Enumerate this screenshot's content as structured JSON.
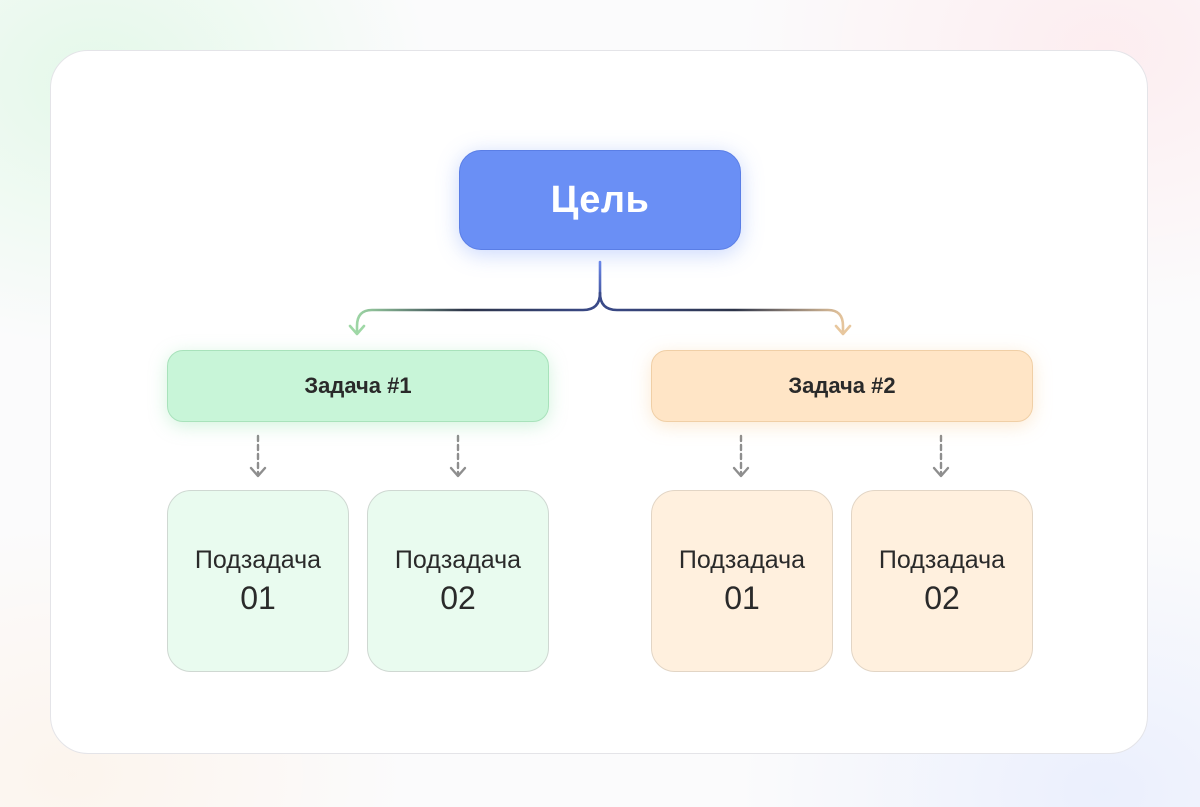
{
  "diagram": {
    "goal": {
      "label": "Цель"
    },
    "tasks": [
      {
        "label": "Задача #1",
        "color": "#c8f5d8",
        "subtasks": [
          {
            "name": "Подзадача",
            "number": "01"
          },
          {
            "name": "Подзадача",
            "number": "02"
          }
        ]
      },
      {
        "label": "Задача #2",
        "color": "#ffe5c6",
        "subtasks": [
          {
            "name": "Подзадача",
            "number": "01"
          },
          {
            "name": "Подзадача",
            "number": "02"
          }
        ]
      }
    ],
    "colors": {
      "goal": "#6a8ff5",
      "task_green": "#c8f5d8",
      "task_orange": "#ffe5c6",
      "subtask_green": "#e9fbef",
      "subtask_orange": "#fff0de",
      "connector": "#2e3550",
      "dashed_arrow": "#8e8e8e"
    }
  }
}
